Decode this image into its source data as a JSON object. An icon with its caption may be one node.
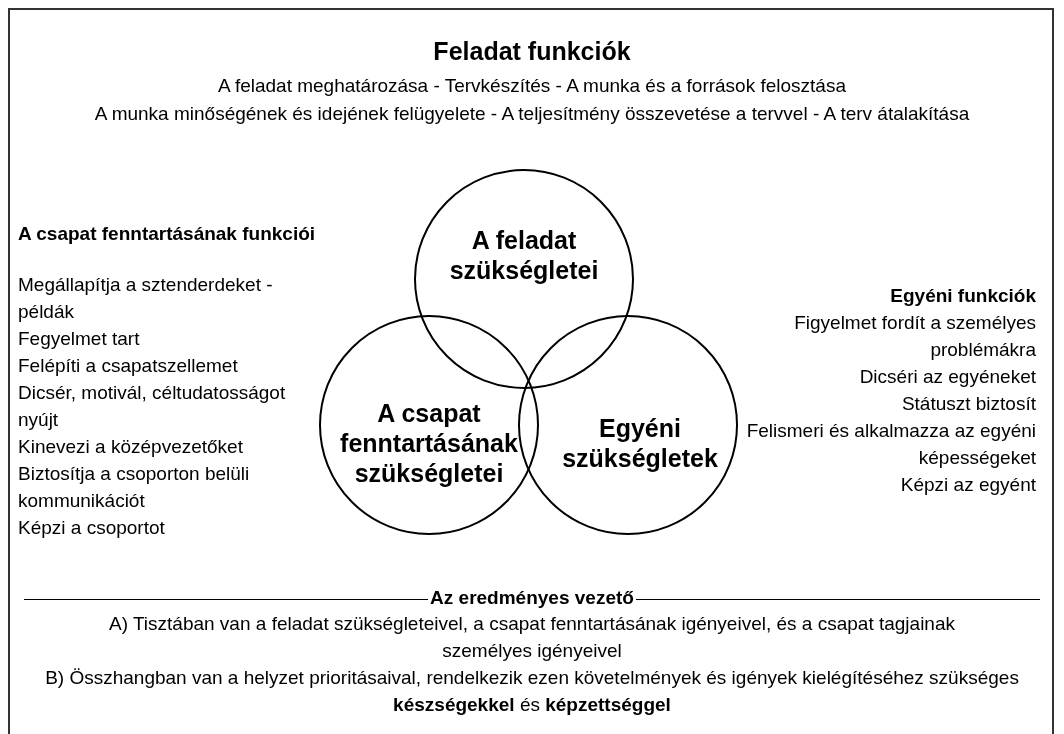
{
  "diagram": {
    "title": "Feladat funkciók",
    "nodes": [
      {
        "text": [
          "A feladat szükségletei"
        ]
      },
      {
        "text": [
          "A csapat fenntartásának szükségletei"
        ]
      },
      {
        "text": [
          "Egyéni szükségletek"
        ]
      }
    ],
    "labels": [
      "A feladat meghatározása - Tervkészítés - A munka és a források felosztása",
      "A munka minőségének és idejének felügyelete - A teljesítmény összevetése a tervvel - A terv átalakítása",
      "A csapat fenntartásának funkciói",
      "Megállapítja a sztenderdeket - példák",
      "Fegyelmet tart",
      "Felépíti a csapatszellemet",
      "Dicsér, motivál, céltudatosságot nyújt",
      "Kinevezi a középvezetőket",
      "Biztosítja a csoporton belüli kommunikációt",
      "Képzi a csoportot",
      "Egyéni funkciók",
      "Figyelmet fordít a személyes problémákra",
      "Dicséri az egyéneket",
      "Státuszt biztosít",
      "Felismeri és alkalmazza az egyéni képességeket",
      "Képzi az egyént",
      "Az eredményes vezető",
      "A) Tisztában van a feladat szükségleteivel, a csapat fenntartásának igényeivel, és a csapat tagjainak személyes igényeivel",
      "B) Összhangban van a helyzet prioritásaival, rendelkezik ezen követelmények és igények kielégítéséhez szükséges **készségekkel** és **képzettséggel**"
    ]
  }
}
